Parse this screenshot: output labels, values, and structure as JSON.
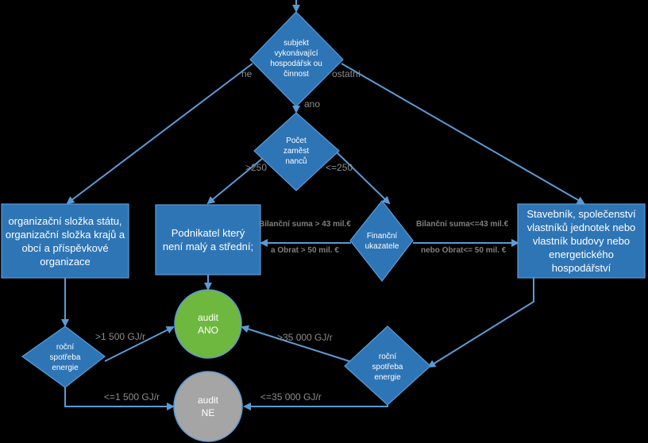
{
  "nodes": {
    "subjekt": "subjekt vykonávající hospodářsk ou činnost",
    "pocet": "Počet zaměst nanců",
    "financni": "Finanční ukazatele",
    "organizacni": "organizační složka státu, organizační složka krajů a obcí a příspěvkové organizace",
    "podnikatel": "Podnikatel který není malý a střední;",
    "stavebnik": "Stavebník, společenství vlastníků jednotek nebo vlastník budovy nebo energetického hospodářství",
    "spotreba_left": "roční spotřeba energie",
    "spotreba_right": "roční spotřeba energie",
    "audit_ano_title": "audit",
    "audit_ano_value": "ANO",
    "audit_ne_title": "audit",
    "audit_ne_value": "NE"
  },
  "edge_labels": {
    "ne": "ne",
    "ostatni": "ostatní",
    "ano": "ano",
    "gt250": ">250",
    "le250": "<=250",
    "bil_gt": "Bilanční suma > 43 mil.€",
    "obrat_gt": "a Obrat > 50 mil. €",
    "bil_le": "Bilanční suma<=43 mil.€",
    "obrat_le": "nebo Obrat<= 50 mil. €",
    "gt1500": ">1 500 GJ/r",
    "le1500": "<=1 500 GJ/r",
    "gt35000": ">35 000 GJ/r",
    "le35000": "<=35 000 GJ/r"
  }
}
